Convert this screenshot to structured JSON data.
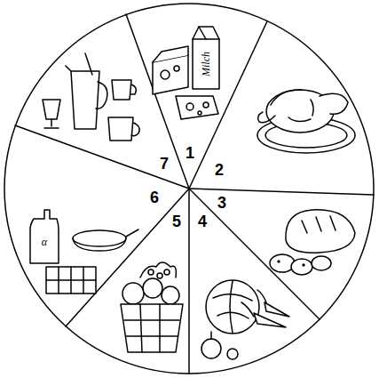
{
  "diagram": {
    "labels": [
      "1",
      "2",
      "3",
      "4",
      "5",
      "6",
      "7",
      "Milch",
      "α"
    ]
  }
}
